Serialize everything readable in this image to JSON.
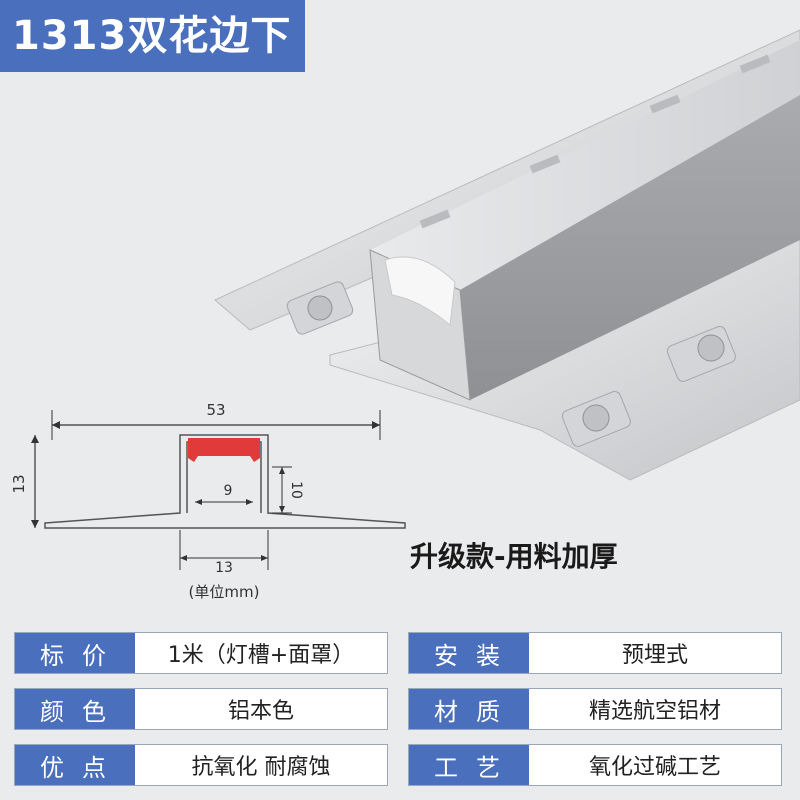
{
  "title": "1313双花边下",
  "dimensions": {
    "width_total": "53",
    "height_total": "13",
    "inner_width": "9",
    "inner_height": "10",
    "channel_width": "13",
    "unit_note": "(单位mm)"
  },
  "subtitle": "升级款-用料加厚",
  "specs": {
    "left": [
      {
        "label": "标价",
        "value": "1米（灯槽+面罩）"
      },
      {
        "label": "颜色",
        "value": "铝本色"
      },
      {
        "label": "优点",
        "value": "抗氧化 耐腐蚀"
      }
    ],
    "right": [
      {
        "label": "安装",
        "value": "预埋式"
      },
      {
        "label": "材质",
        "value": "精选航空铝材"
      },
      {
        "label": "工艺",
        "value": "氧化过碱工艺"
      }
    ]
  },
  "colors": {
    "accent": "#4a6fbd",
    "diffuser_red": "#e03a3a"
  }
}
